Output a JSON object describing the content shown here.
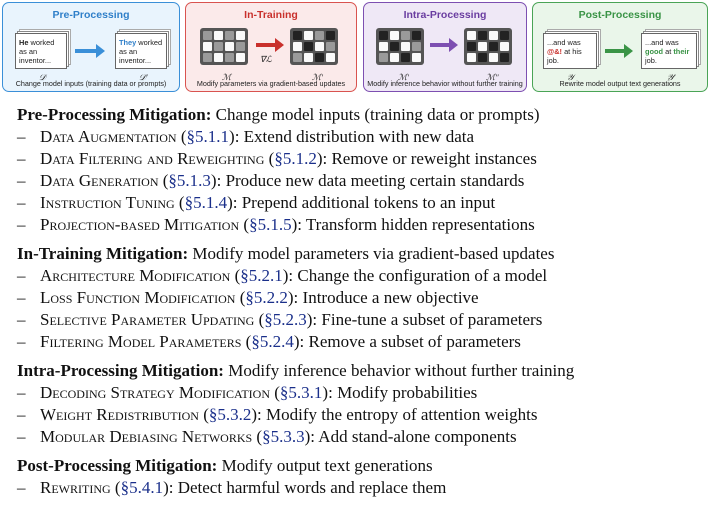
{
  "figure": {
    "panels": [
      {
        "title": "Pre-Processing",
        "caption": "Change model inputs (training data or prompts)",
        "doc_before_prefix": "He",
        "doc_before_text": " worked as an inventor...",
        "doc_after_prefix": "They",
        "doc_after_text": " worked as an inventor...",
        "symbol_before": "𝒟",
        "symbol_after": "𝒟′"
      },
      {
        "title": "In-Training",
        "caption": "Modify parameters via gradient-based updates",
        "symbol_before": "ℳ",
        "symbol_after": "ℳ′",
        "arrow_label": "∇ℒ"
      },
      {
        "title": "Intra-Processing",
        "caption": "Modify inference behavior without further training",
        "symbol_before": "ℳ′",
        "symbol_after": "ℳ″"
      },
      {
        "title": "Post-Processing",
        "caption": "Rewrite model output text generations",
        "doc_before_text": "...and was ",
        "doc_before_highlight": "@&!",
        "doc_before_suffix": " at his job.",
        "doc_after_text": "...and was ",
        "doc_after_highlight": "good",
        "doc_after_mid": " at ",
        "doc_after_highlight2": "their",
        "doc_after_suffix": " job.",
        "symbol_before": "𝒴",
        "symbol_after": "𝒴′"
      }
    ]
  },
  "sections": [
    {
      "title": "Pre-Processing Mitigation:",
      "desc": " Change model inputs (training data or prompts)",
      "items": [
        {
          "name": "Data Augmentation",
          "ref": "§5.1.1",
          "desc": "Extend distribution with new data"
        },
        {
          "name": "Data Filtering and Reweighting",
          "ref": "§5.1.2",
          "desc": "Remove or reweight instances"
        },
        {
          "name": "Data Generation",
          "ref": "§5.1.3",
          "desc": "Produce new data meeting certain standards"
        },
        {
          "name": "Instruction Tuning",
          "ref": "§5.1.4",
          "desc": "Prepend additional tokens to an input"
        },
        {
          "name": "Projection-based Mitigation",
          "ref": "§5.1.5",
          "desc": "Transform hidden representations"
        }
      ]
    },
    {
      "title": "In-Training Mitigation:",
      "desc": " Modify model parameters via gradient-based updates",
      "items": [
        {
          "name": "Architecture Modification",
          "ref": "§5.2.1",
          "desc": "Change the configuration of a model"
        },
        {
          "name": "Loss Function Modification",
          "ref": "§5.2.2",
          "desc": "Introduce a new objective"
        },
        {
          "name": "Selective Parameter Updating",
          "ref": "§5.2.3",
          "desc": "Fine-tune a subset of parameters"
        },
        {
          "name": "Filtering Model Parameters",
          "ref": "§5.2.4",
          "desc": "Remove a subset of parameters"
        }
      ]
    },
    {
      "title": "Intra-Processing Mitigation:",
      "desc": " Modify inference behavior without further training",
      "items": [
        {
          "name": "Decoding Strategy Modification",
          "ref": "§5.3.1",
          "desc": "Modify probabilities"
        },
        {
          "name": "Weight Redistribution",
          "ref": "§5.3.2",
          "desc": "Modify the entropy of attention weights"
        },
        {
          "name": "Modular Debiasing Networks",
          "ref": "§5.3.3",
          "desc": "Add stand-alone components"
        }
      ]
    },
    {
      "title": "Post-Processing Mitigation:",
      "desc": " Modify output text generations",
      "items": [
        {
          "name": "Rewriting",
          "ref": "§5.4.1",
          "desc": "Detect harmful words and replace them"
        }
      ]
    }
  ],
  "colors": {
    "pre": "#3a8fd8",
    "in": "#d9534f",
    "intra": "#7d4fb1",
    "post": "#4aa456",
    "ref": "#1a2f8a"
  }
}
